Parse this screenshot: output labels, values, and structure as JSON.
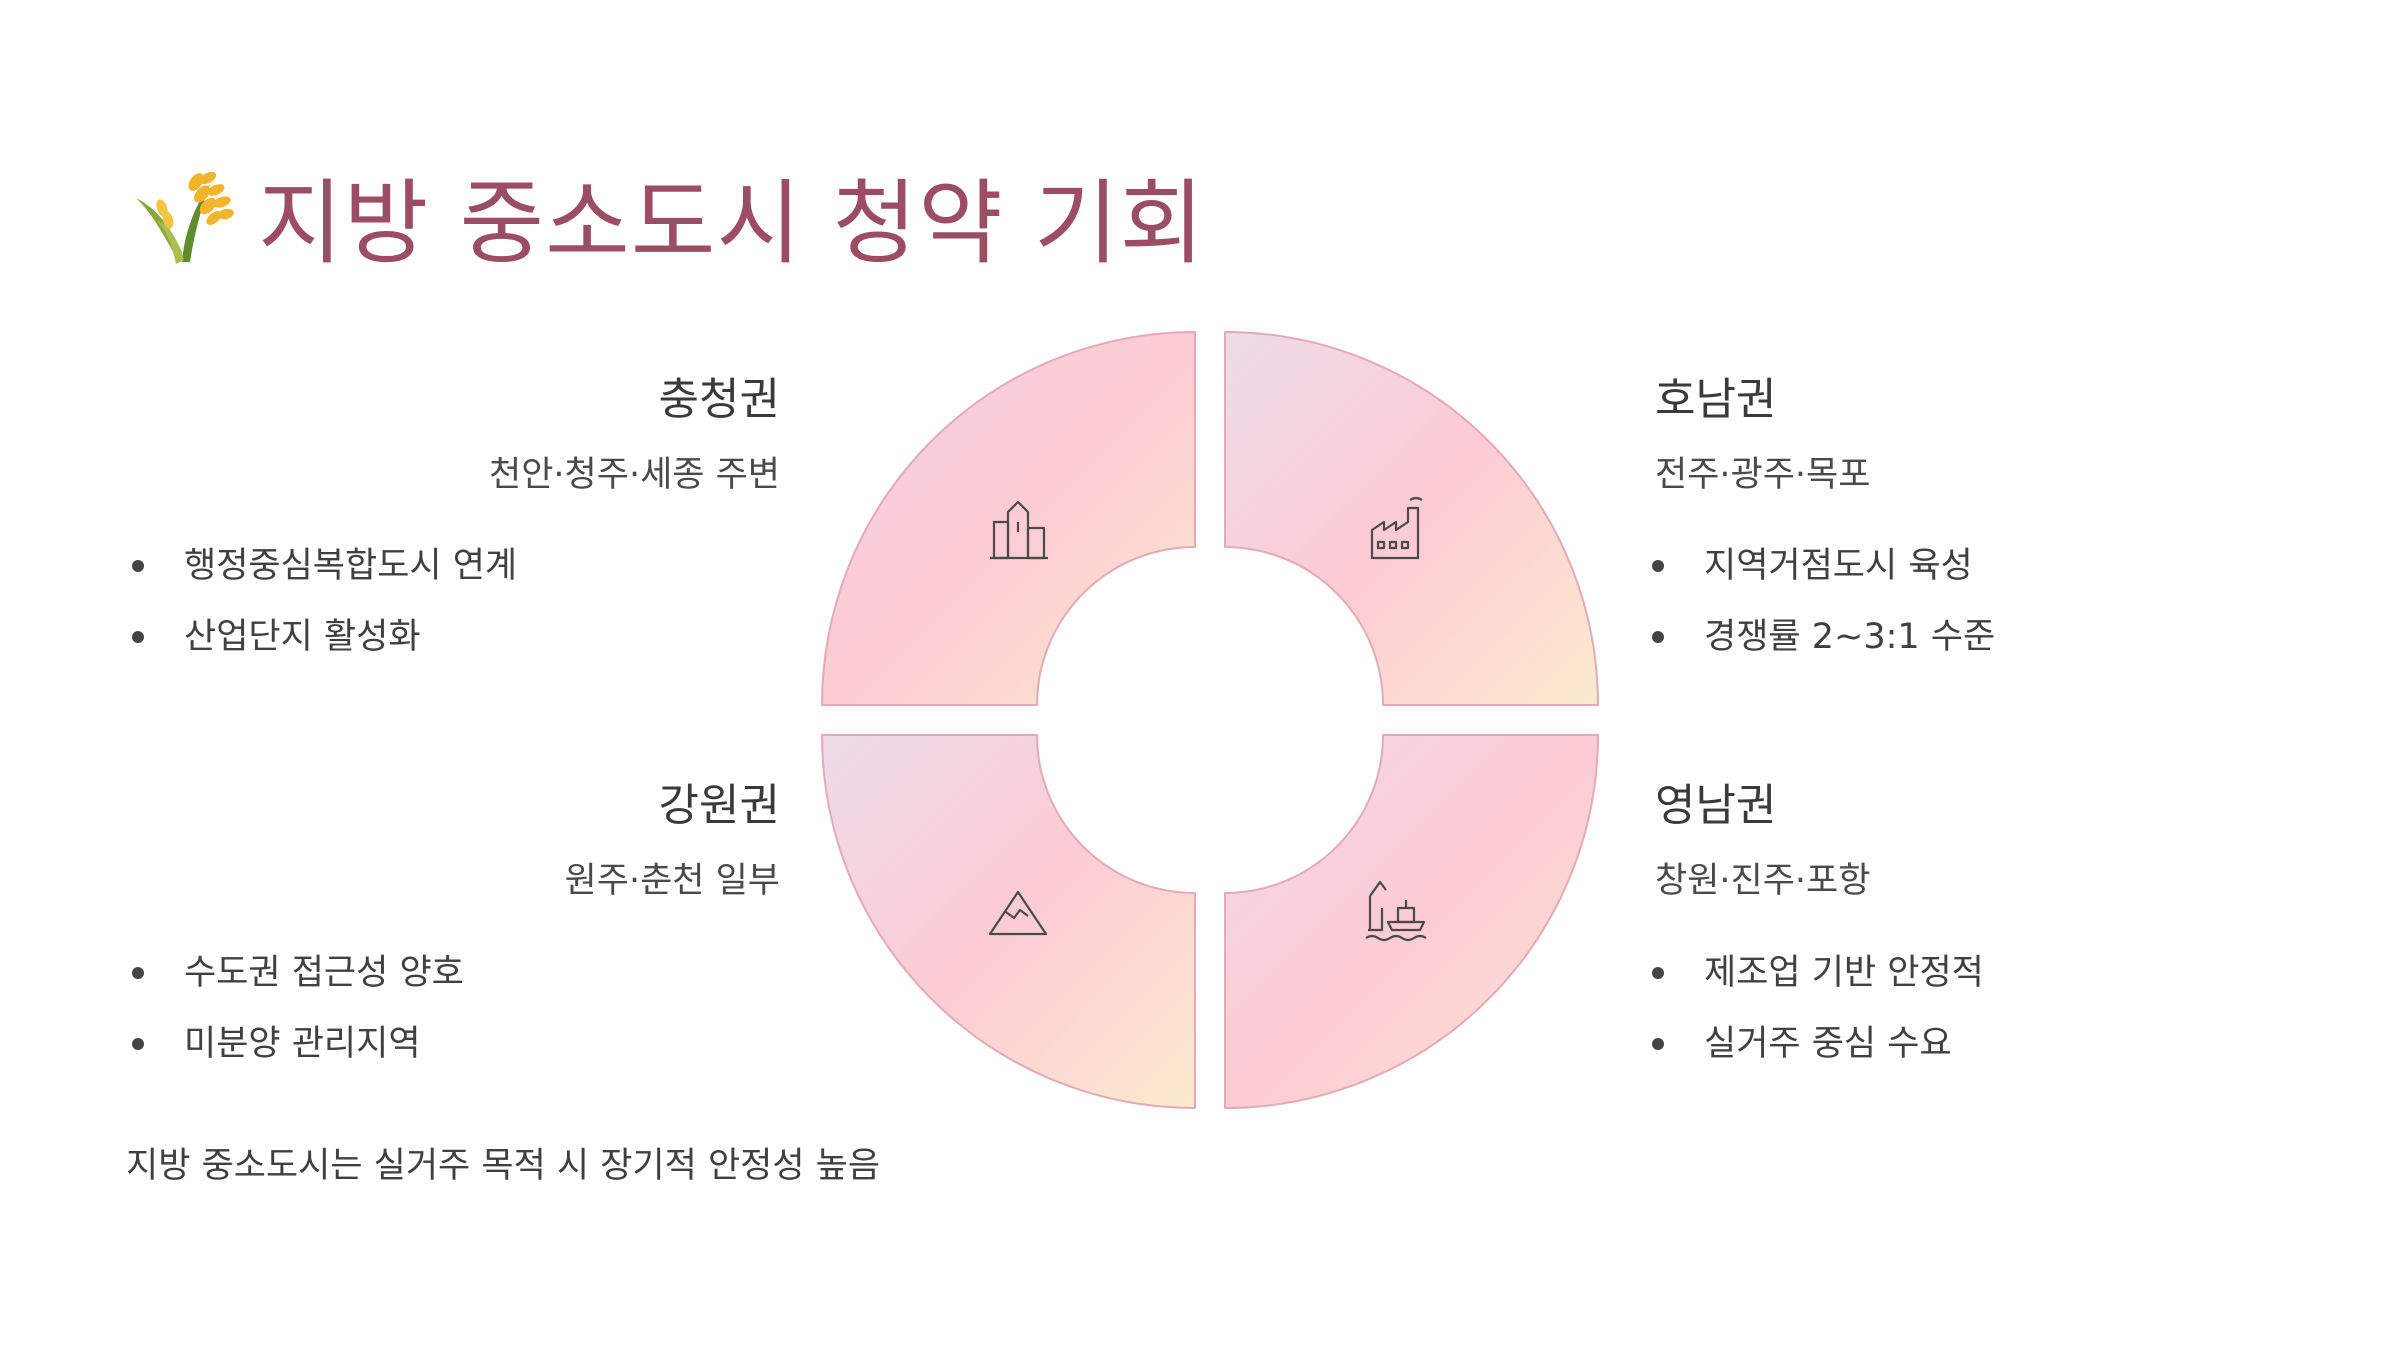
{
  "slide": {
    "title": "지방 중소도시 청약 기회",
    "title_icon": "rice-plant-icon",
    "footnote": "지방 중소도시는 실거주 목적 시 장기적 안정성 높음"
  },
  "regions": {
    "chungcheong": {
      "title": "충청권",
      "subtitle": "천안·청주·세종 주변",
      "icon": "city-buildings-icon",
      "bullets": [
        "행정중심복합도시 연계",
        "산업단지 활성화"
      ]
    },
    "honam": {
      "title": "호남권",
      "subtitle": "전주·광주·목포",
      "icon": "factory-icon",
      "bullets": [
        "지역거점도시 육성",
        "경쟁률 2~3:1 수준"
      ]
    },
    "gangwon": {
      "title": "강원권",
      "subtitle": "원주·춘천 일부",
      "icon": "mountain-icon",
      "bullets": [
        "수도권 접근성 양호",
        "미분양 관리지역"
      ]
    },
    "yeongnam": {
      "title": "영남권",
      "subtitle": "창원·진주·포항",
      "icon": "port-ship-icon",
      "bullets": [
        "제조업 기반 안정적",
        "실거주 중심 수요"
      ]
    }
  },
  "colors": {
    "title": "#9b4d63",
    "segment_pink": "#fdcbd4",
    "segment_cream": "#fdebd0",
    "segment_lavender": "#eedde6",
    "segment_stroke": "#e3aab8"
  }
}
